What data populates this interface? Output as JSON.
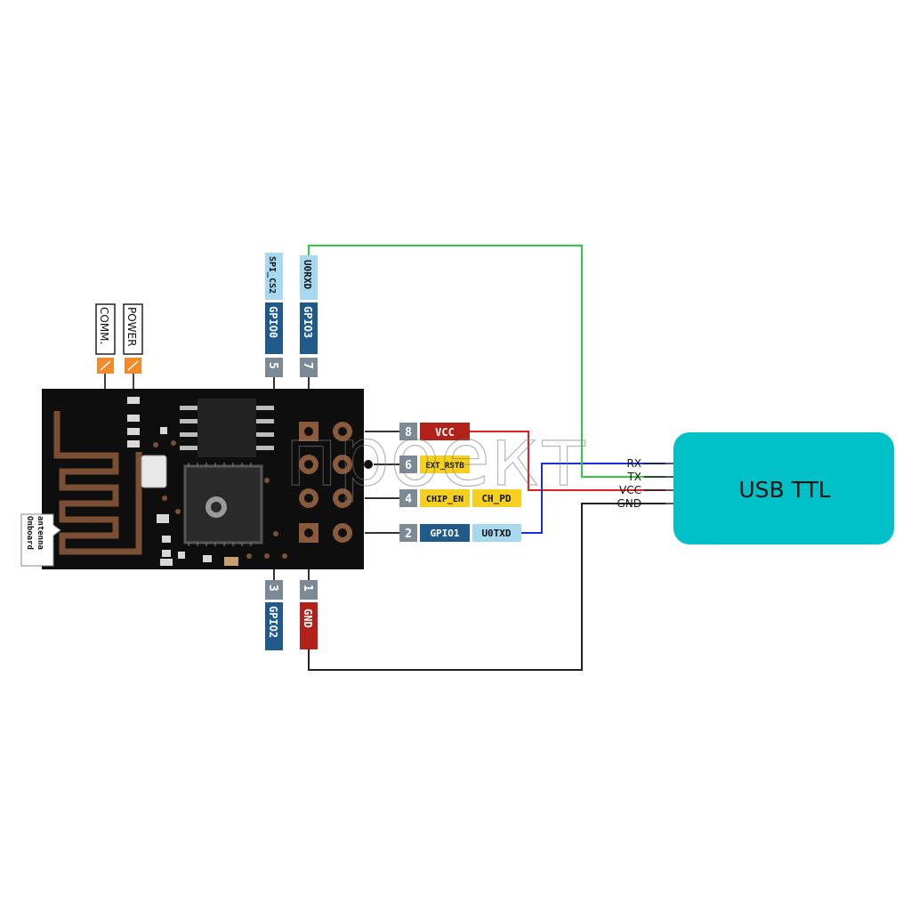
{
  "pins": {
    "vcc": {
      "num": "8",
      "name": "VCC"
    },
    "rst": {
      "num": "6",
      "name": "EXT_RSTB"
    },
    "en": {
      "num": "4",
      "name": "CHIP_EN",
      "alt": "CH_PD"
    },
    "tx": {
      "num": "2",
      "name": "GPIO1",
      "alt": "U0TXD"
    },
    "rx": {
      "num": "7",
      "name": "GPIO3",
      "alt": "U0RXD"
    },
    "gpio0": {
      "num": "5",
      "name": "GPIO0",
      "alt": "SPI_CS2"
    },
    "gpio2": {
      "num": "3",
      "name": "GPIO2"
    },
    "gnd": {
      "num": "1",
      "name": "GND"
    }
  },
  "leds": {
    "comm": "COMM.",
    "power": "POWER"
  },
  "antenna_label": [
    "Onboard",
    "antenna"
  ],
  "usb": {
    "title": "USB TTL",
    "pins": [
      "RX",
      "TX",
      "VCC",
      "GND"
    ]
  },
  "watermark": "проект",
  "colors": {
    "board": "#0e0e0e",
    "pad": "#8a5a3c",
    "usb_fill": "#00c1c8",
    "num_tag": "#7b8a94",
    "gpio_tag": "#1f5a8a",
    "alt_tag": "#a6d8f0",
    "power_tag": "#b3221a",
    "ctrl_tag": "#f5d020",
    "led_tag": "#f08a2a",
    "wire_green": "#2ecc40",
    "wire_red": "#e02020",
    "wire_blue": "#1a2ee0",
    "wire_black": "#222222"
  }
}
